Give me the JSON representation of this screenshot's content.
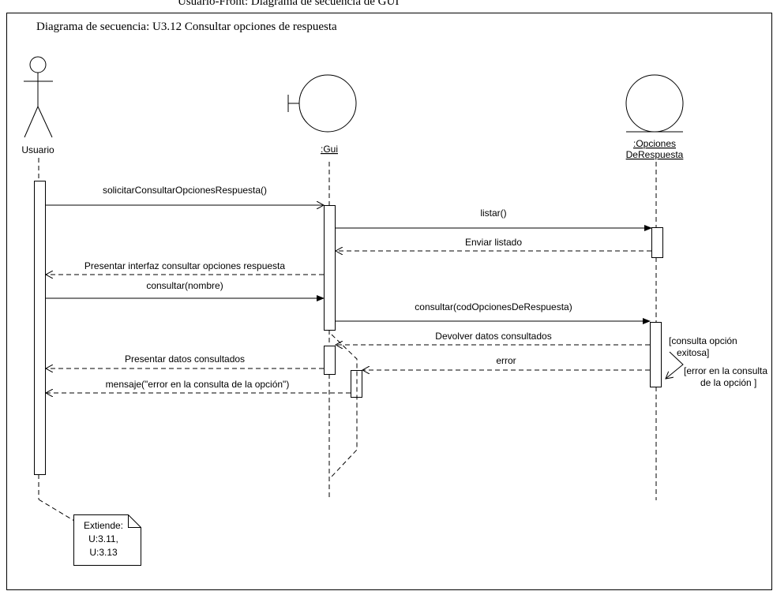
{
  "header_cut_text": "Usuario-Front: Diagrama de secuencia de GUI",
  "frame_title": "Diagrama de secuencia: U3.12 Consultar opciones de respuesta",
  "lifelines": {
    "actor": "Usuario",
    "gui": ":Gui",
    "entity_line1": ":Opciones",
    "entity_line2": "DeRespuesta"
  },
  "messages": {
    "m1": "solicitarConsultarOpcionesRespuesta()",
    "m2": "listar()",
    "m3": "Enviar listado",
    "m4": "Presentar interfaz consultar opciones respuesta",
    "m5": "consultar(nombre)",
    "m6": "consultar(codOpcionesDeRespuesta)",
    "m7": "Devolver datos consultados",
    "m8": "Presentar datos consultados",
    "m9": "error",
    "m10": "mensaje(\"error en la consulta de la opción\")"
  },
  "guards": {
    "success_line1": "[consulta opción",
    "success_line2": "exitosa]",
    "error_line1": "[error en la consulta",
    "error_line2": "de la opción ]"
  },
  "note": {
    "line1": "Extiende:",
    "line2": "U:3.11,",
    "line3": "U:3.13"
  }
}
